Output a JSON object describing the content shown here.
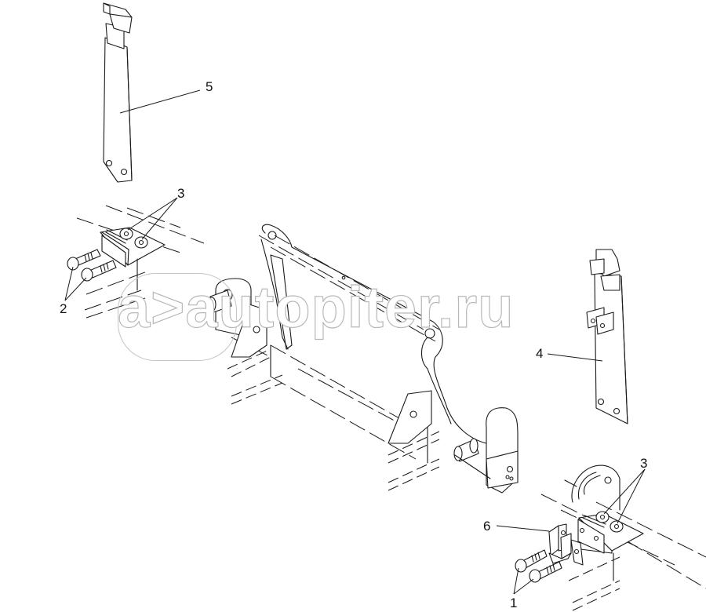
{
  "diagram": {
    "type": "exploded-parts-view",
    "background_color": "#ffffff",
    "line_color": "#1a1a1a",
    "watermark": {
      "text": "a>autopiter.ru",
      "logo_text": "a>",
      "site_text": "autopiter.ru",
      "color": "#b8b8b8"
    },
    "callouts": [
      {
        "id": "5",
        "label": "5",
        "part": "left mounting strap (long bracket with top clip)"
      },
      {
        "id": "3a",
        "label": "3",
        "part": "nuts (left pair)"
      },
      {
        "id": "2",
        "label": "2",
        "part": "bolts (left pair)"
      },
      {
        "id": "4",
        "label": "4",
        "part": "right mounting strap with welded tabs"
      },
      {
        "id": "3b",
        "label": "3",
        "part": "nuts (right pair)"
      },
      {
        "id": "6",
        "label": "6",
        "part": "U-clevis bracket"
      },
      {
        "id": "1",
        "label": "1",
        "part": "bolts (right pair)"
      }
    ],
    "components": [
      "frame cross-beam (dashed)",
      "pivot arm / lifting frame",
      "left hinge pin",
      "right hinge pin",
      "left mounting block",
      "right mounting block"
    ]
  }
}
